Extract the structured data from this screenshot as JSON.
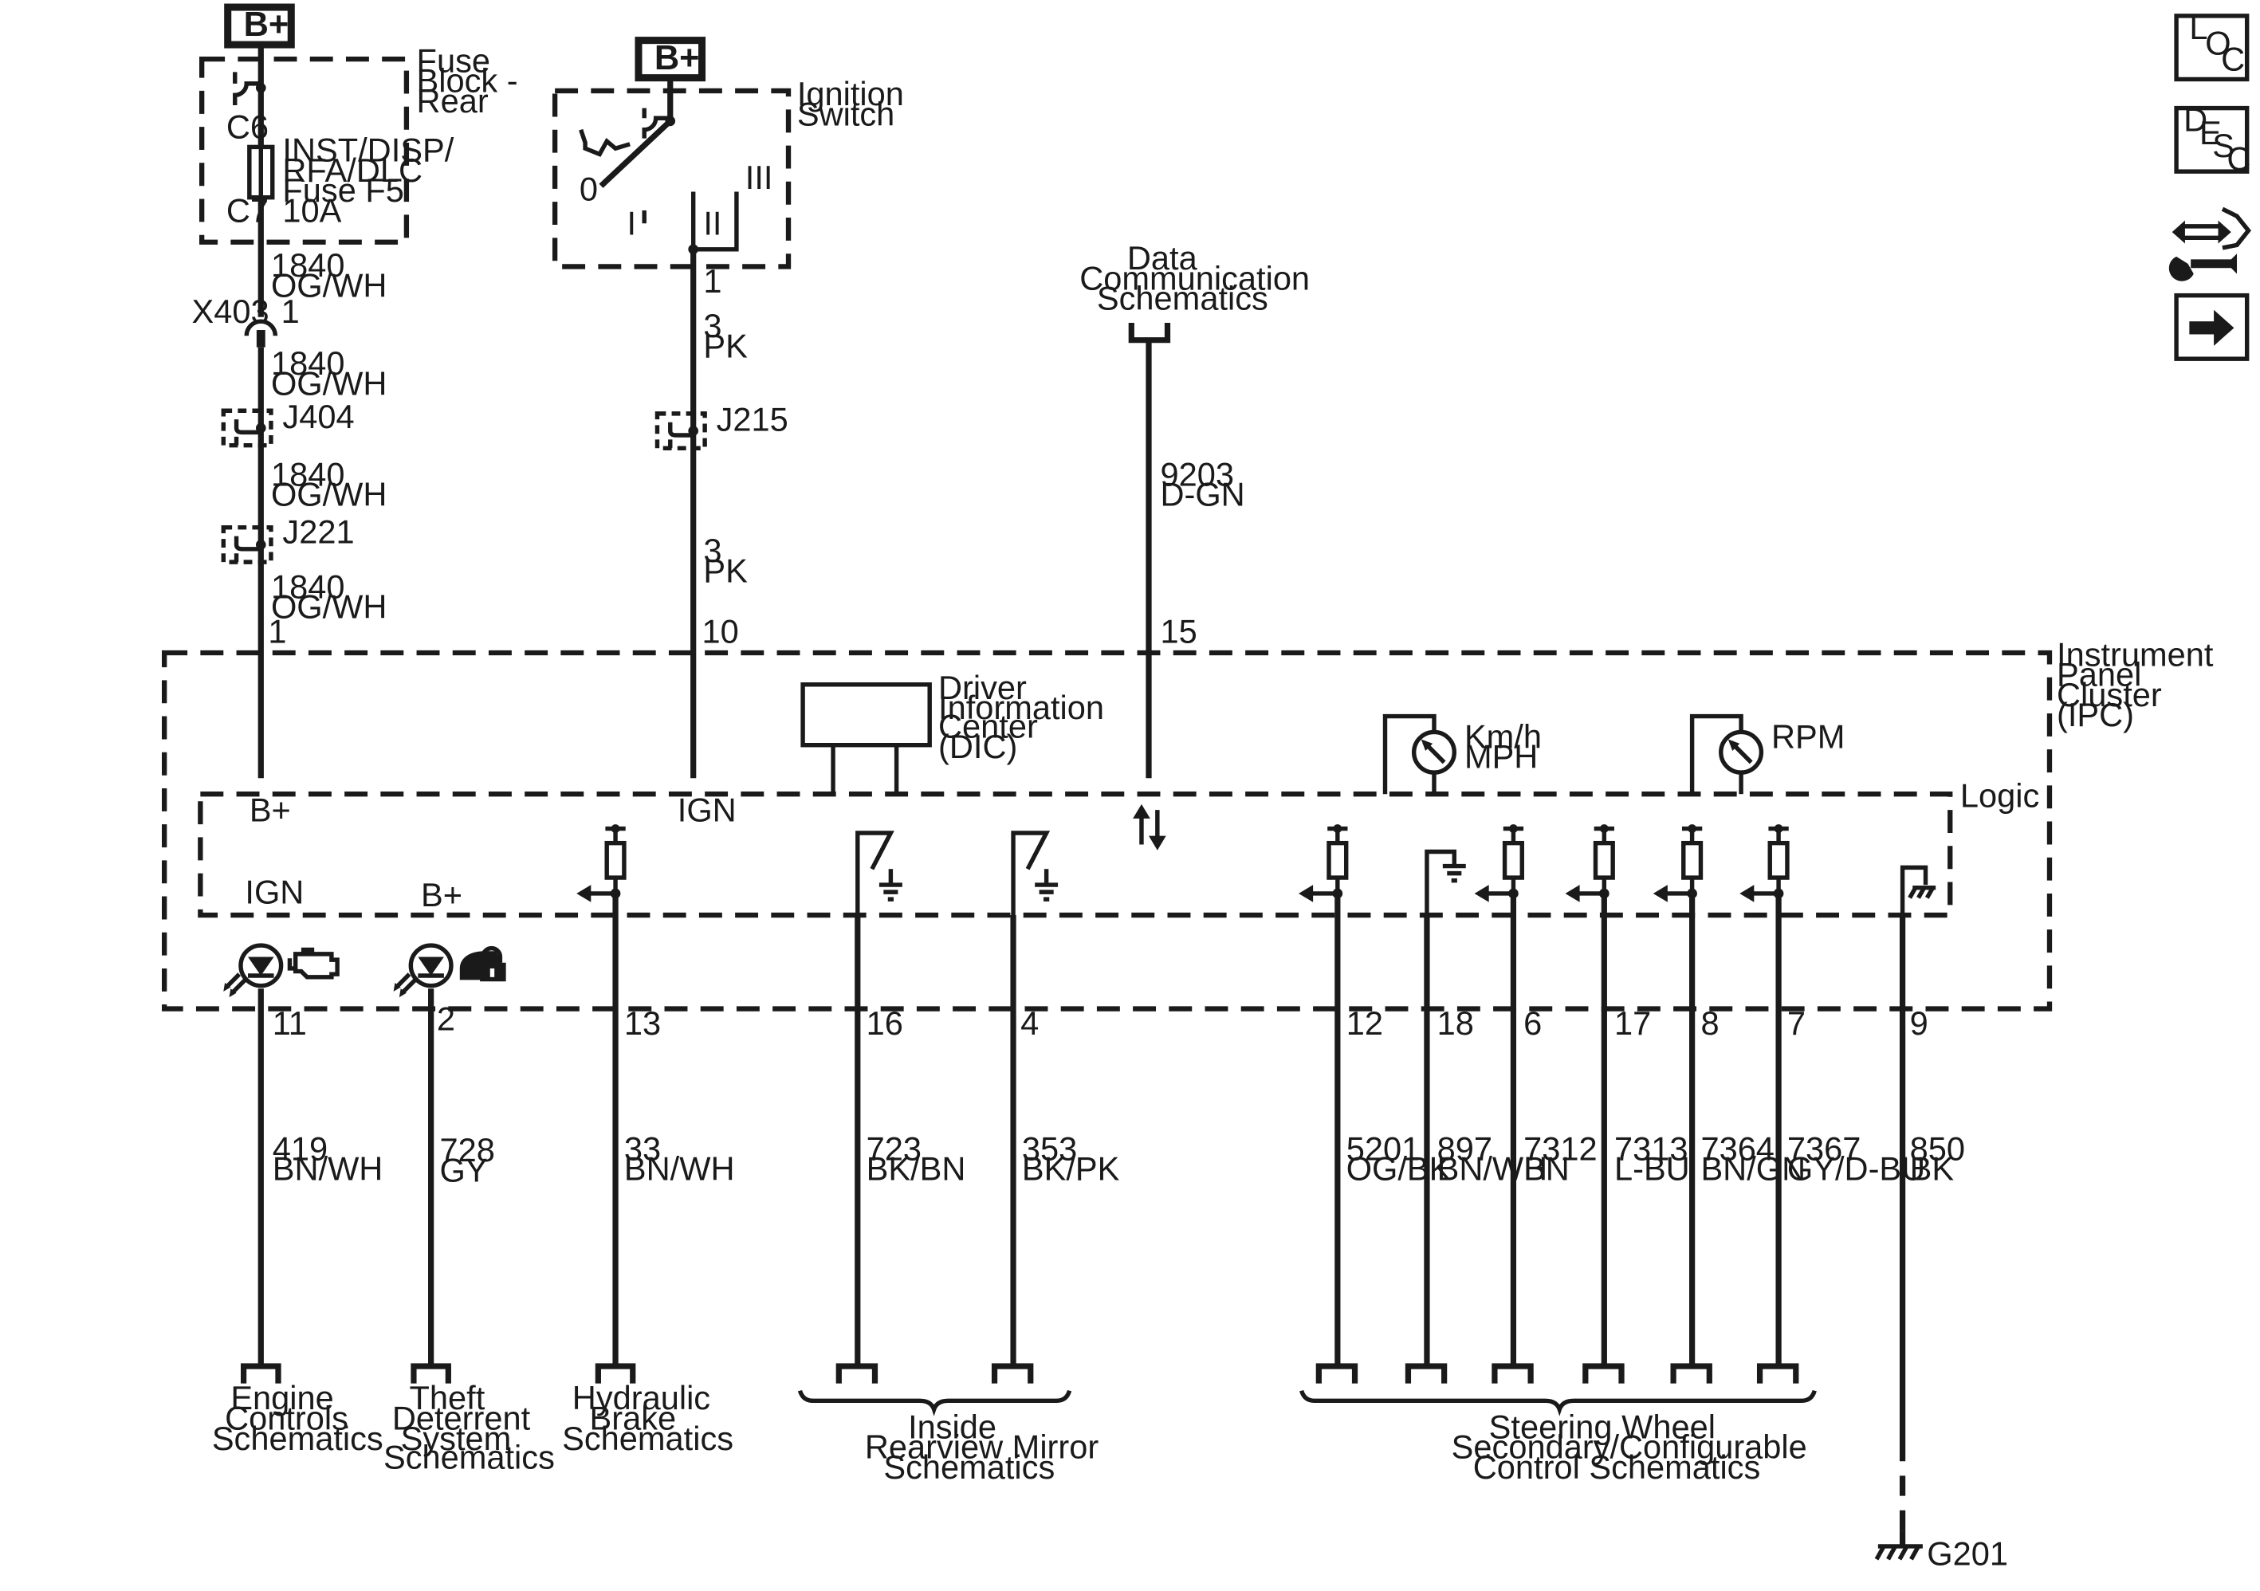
{
  "power": {
    "bplus": "B+",
    "fuse_block_title": [
      "Fuse",
      "Block -",
      "Rear"
    ],
    "fuse_c6": "C6",
    "fuse_c7": "C7",
    "fuse_label": [
      "INST/DISP/",
      "RFA/DLC",
      "Fuse F5",
      "10A"
    ],
    "ignition_title": [
      "Ignition",
      "Switch"
    ],
    "ign_pos": {
      "p0": "0",
      "p1": "I",
      "p2": "II",
      "p3": "III"
    },
    "x403": "X403",
    "x403_pin": "1",
    "j404": "J404",
    "j221": "J221",
    "j215": "J215",
    "ign_pin_top": "1"
  },
  "wires": {
    "b_seg1": [
      "1840",
      "OG/WH"
    ],
    "b_seg2": [
      "1840",
      "OG/WH"
    ],
    "b_seg3": [
      "1840",
      "OG/WH"
    ],
    "b_seg4": [
      "1840",
      "OG/WH"
    ],
    "ign_seg1": [
      "3",
      "PK"
    ],
    "ign_seg2": [
      "3",
      "PK"
    ],
    "data": [
      "9203",
      "D-GN"
    ],
    "bottom": [
      [
        "419",
        "BN/WH"
      ],
      [
        "728",
        "GY"
      ],
      [
        "33",
        "BN/WH"
      ],
      [
        "723",
        "BK/BN"
      ],
      [
        "353",
        "BK/PK"
      ],
      [
        "5201",
        "OG/BK"
      ],
      [
        "897",
        "BN/WH"
      ],
      [
        "7312",
        "BN"
      ],
      [
        "7313",
        "L-BU"
      ],
      [
        "7364",
        "BN/GN"
      ],
      [
        "7367",
        "GY/D-BU"
      ],
      [
        "850",
        "BK"
      ]
    ]
  },
  "pins": {
    "top": [
      "1",
      "10",
      "15"
    ],
    "bottom": [
      "11",
      "2",
      "13",
      "16",
      "4",
      "12",
      "18",
      "6",
      "17",
      "8",
      "7",
      "9"
    ]
  },
  "cluster": {
    "title": [
      "Instrument",
      "Panel",
      "Cluster",
      "(IPC)"
    ],
    "logic": "Logic",
    "bplus": "B+",
    "ign": "IGN",
    "ign_lamp": "IGN",
    "bplus_lamp": "B+",
    "dic": [
      "Driver",
      "Information",
      "Center",
      "(DIC)"
    ],
    "speed": [
      "Km/h",
      "MPH"
    ],
    "rpm": "RPM"
  },
  "data_comm": [
    "Data",
    "Communication",
    "Schematics"
  ],
  "destinations": {
    "engine": [
      "Engine",
      "Controls",
      "Schematics"
    ],
    "theft": [
      "Theft",
      "Deterrent",
      "System",
      "Schematics"
    ],
    "brake": [
      "Hydraulic",
      "Brake",
      "Schematics"
    ],
    "mirror": [
      "Inside",
      "Rearview Mirror",
      "Schematics"
    ],
    "steering": [
      "Steering Wheel",
      "Secondary/Configurable",
      "Control Schematics"
    ],
    "ground": "G201"
  },
  "nav": {
    "loc": [
      "L",
      "O",
      "C"
    ],
    "desc": [
      "D",
      "E",
      "S",
      "C"
    ]
  },
  "icons": [
    "engine-icon",
    "theft-lock-icon",
    "connector-icon",
    "fuse-icon",
    "switch-icon",
    "ground-icon",
    "gauge-icon",
    "led-icon",
    "arrow-right-icon",
    "connector-compare-icon"
  ]
}
